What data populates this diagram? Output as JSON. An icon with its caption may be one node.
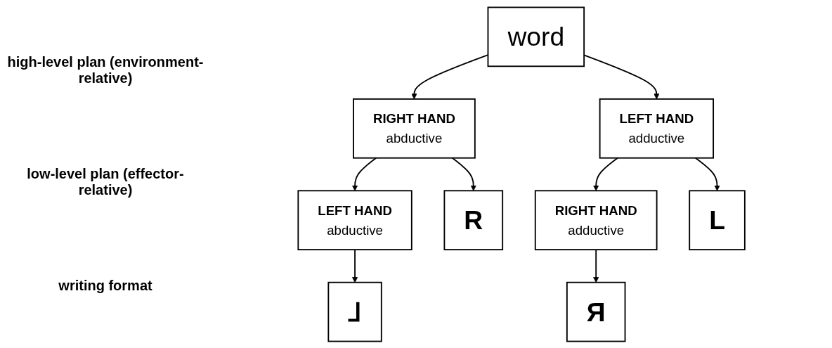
{
  "diagram": {
    "nodes": [
      {
        "text": [
          "word"
        ]
      },
      {
        "text": [
          "LEFT HAND",
          "abductive"
        ]
      },
      {
        "text": [
          "RIGHT HAND",
          "abductive"
        ]
      },
      {
        "text": [
          "LEFT HAND",
          "adductive"
        ]
      },
      {
        "text": [
          "RIGHT HAND",
          "adductive"
        ]
      },
      {
        "text": [
          "⅃"
        ]
      },
      {
        "text": [
          "R"
        ]
      },
      {
        "text": [
          "L"
        ]
      },
      {
        "text": [
          "Я"
        ]
      }
    ],
    "edges": [
      {
        "from": 0,
        "to": 2,
        "arrow": "to"
      },
      {
        "from": 0,
        "to": 3,
        "arrow": "to"
      },
      {
        "from": 2,
        "to": 1,
        "arrow": "to"
      },
      {
        "from": 3,
        "to": 4,
        "arrow": "to"
      },
      {
        "from": 1,
        "to": 5,
        "arrow": "to"
      },
      {
        "from": 2,
        "to": 6,
        "arrow": "to"
      },
      {
        "from": 3,
        "to": 7,
        "arrow": "to"
      },
      {
        "from": 4,
        "to": 8,
        "arrow": "to"
      }
    ],
    "labels": [
      "high-level plan (environment-relative)",
      "low-level plan (effector-relative)",
      "writing format"
    ]
  }
}
